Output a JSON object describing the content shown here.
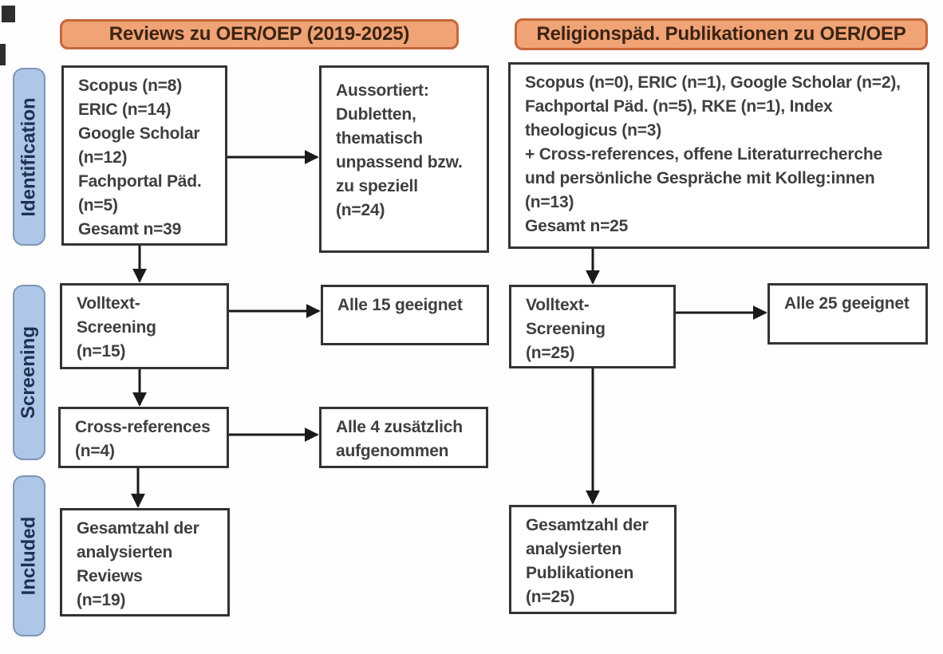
{
  "diagram_type": "prisma-flowchart",
  "colors": {
    "header_fill": "#F0A375",
    "header_border": "#C4683B",
    "header_text": "#3B2314",
    "stage_fill": "#AEC6E8",
    "stage_border": "#7D95B5",
    "stage_text": "#1F3150",
    "box_border": "#333333",
    "box_text": "#3F3F3F",
    "arrow": "#1A1A1A",
    "background": "#FEFEFE"
  },
  "stages": [
    {
      "id": "identification",
      "label": "Identification"
    },
    {
      "id": "screening",
      "label": "Screening"
    },
    {
      "id": "included",
      "label": "Included"
    }
  ],
  "columns": [
    {
      "id": "reviews",
      "header": "Reviews zu OER/OEP (2019-2025)"
    },
    {
      "id": "religionspaed",
      "header": "Religionspäd. Publikationen zu OER/OEP"
    }
  ],
  "boxes": {
    "reviews_sources": {
      "text": "Scopus (n=8)\nERIC (n=14)\nGoogle Scholar\n(n=12)\nFachportal Päd.\n(n=5)\nGesamt n=39"
    },
    "reviews_excluded": {
      "text": "Aussortiert:\nDubletten,\nthematisch\nunpassend bzw.\nzu speziell\n(n=24)"
    },
    "reviews_fulltext": {
      "text": "Volltext-\nScreening\n(n=15)"
    },
    "reviews_eligible": {
      "text": "Alle 15 geeignet"
    },
    "reviews_crossref": {
      "text": "Cross-references\n(n=4)"
    },
    "reviews_crossref_added": {
      "text": "Alle 4 zusätzlich\naufgenommen"
    },
    "reviews_total": {
      "text": "Gesamtzahl der\nanalysierten\nReviews\n(n=19)"
    },
    "relpaed_sources": {
      "text": "Scopus (n=0), ERIC (n=1), Google Scholar (n=2),\nFachportal Päd. (n=5), RKE (n=1), Index\ntheologicus (n=3)\n+ Cross-references, offene Literaturrecherche\nund persönliche Gespräche mit Kolleg:innen\n(n=13)\nGesamt n=25"
    },
    "relpaed_fulltext": {
      "text": "Volltext-\nScreening\n(n=25)"
    },
    "relpaed_eligible": {
      "text": "Alle 25 geeignet"
    },
    "relpaed_total": {
      "text": "Gesamtzahl der\nanalysierten\nPublikationen\n(n=25)"
    }
  },
  "connections": [
    {
      "from": "reviews_sources",
      "to": "reviews_excluded"
    },
    {
      "from": "reviews_sources",
      "to": "reviews_fulltext"
    },
    {
      "from": "reviews_fulltext",
      "to": "reviews_eligible"
    },
    {
      "from": "reviews_fulltext",
      "to": "reviews_crossref"
    },
    {
      "from": "reviews_crossref",
      "to": "reviews_crossref_added"
    },
    {
      "from": "reviews_crossref",
      "to": "reviews_total"
    },
    {
      "from": "relpaed_sources",
      "to": "relpaed_fulltext"
    },
    {
      "from": "relpaed_fulltext",
      "to": "relpaed_eligible"
    },
    {
      "from": "relpaed_fulltext",
      "to": "relpaed_total"
    }
  ]
}
